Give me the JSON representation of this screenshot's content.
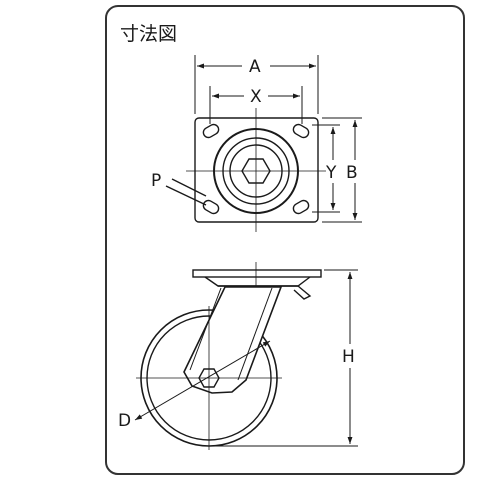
{
  "title": "寸法図",
  "labels": {
    "A": "A",
    "X": "X",
    "Y": "Y",
    "B": "B",
    "P": "P",
    "H": "H",
    "D": "D"
  },
  "colors": {
    "line": "#1a1a1a",
    "frame": "#333333",
    "dimension": "#1a1a1a",
    "background": "#ffffff"
  }
}
